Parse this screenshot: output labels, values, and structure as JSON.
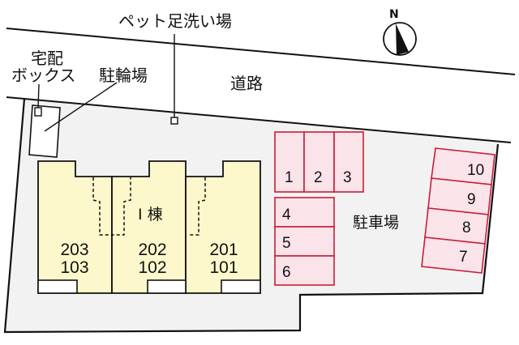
{
  "labels": {
    "pet_foot_wash": "ペット足洗い場",
    "delivery_box_line1": "宅配",
    "delivery_box_line2": "ボックス",
    "bicycle_parking": "駐輪場",
    "road": "道路",
    "building": "Ⅰ 棟",
    "parking": "駐車場",
    "north": "N"
  },
  "units": [
    {
      "upper": "203",
      "lower": "103"
    },
    {
      "upper": "202",
      "lower": "102"
    },
    {
      "upper": "201",
      "lower": "101"
    }
  ],
  "parking_spaces": {
    "top_row": [
      "1",
      "2",
      "3"
    ],
    "left_column": [
      "4",
      "5",
      "6"
    ],
    "right_column": [
      "10",
      "9",
      "8",
      "7"
    ]
  },
  "colors": {
    "lot_fill": "#f2f2f2",
    "building_fill": "#fdf8cc",
    "parking_fill": "#fbe3ea",
    "parking_stroke": "#c81e35",
    "line": "#111111"
  }
}
